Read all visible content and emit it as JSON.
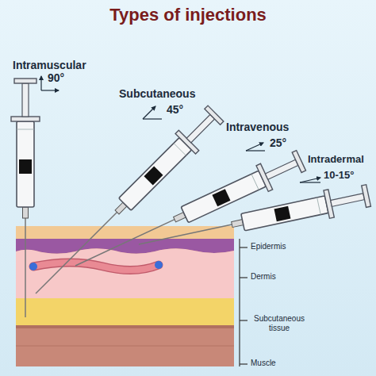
{
  "diagram": {
    "title": "Types of injections",
    "labels": [
      "Intramuscular",
      "90°",
      "Subcutaneous",
      "45°",
      "Intravenous",
      "25°",
      "Intradermal",
      "10-15°",
      "Epidermis",
      "Dermis",
      "Subcutaneous tissue",
      "Muscle"
    ]
  }
}
